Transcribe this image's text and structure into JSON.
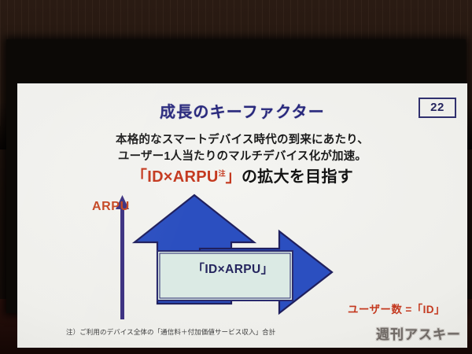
{
  "slide": {
    "page_number": "22",
    "title": "成長のキーファクター",
    "body_line_1": "本格的なスマートデバイス時代の到来にあたり、",
    "body_line_2": "ユーザー1人当たりのマルチデバイス化が加速。",
    "headline_red": "「ID×ARPU",
    "headline_note_mark": "注",
    "headline_red_close": "」",
    "headline_black": "の拡大を目指す",
    "footnote": "注）ご利用のデバイス全体の「通信料＋付加価値サービス収入」合計"
  },
  "diagram": {
    "y_axis_label": "ARPU",
    "x_axis_label": "ユーザー数 =「ID」",
    "center_box_label": "「ID×ARPU」",
    "up_arrow_name": "growth-up-arrow",
    "right_arrow_name": "growth-right-arrow",
    "colors": {
      "arrow_blue": "#2b4fc0",
      "arrow_outline": "#20205e",
      "axis_navy": "#3b3080",
      "box_fill": "#dbeae4",
      "box_border": "#2a2a6e",
      "accent_red": "#c4391f",
      "title_navy": "#28287c"
    }
  },
  "watermark": {
    "text": "週刊アスキー"
  }
}
